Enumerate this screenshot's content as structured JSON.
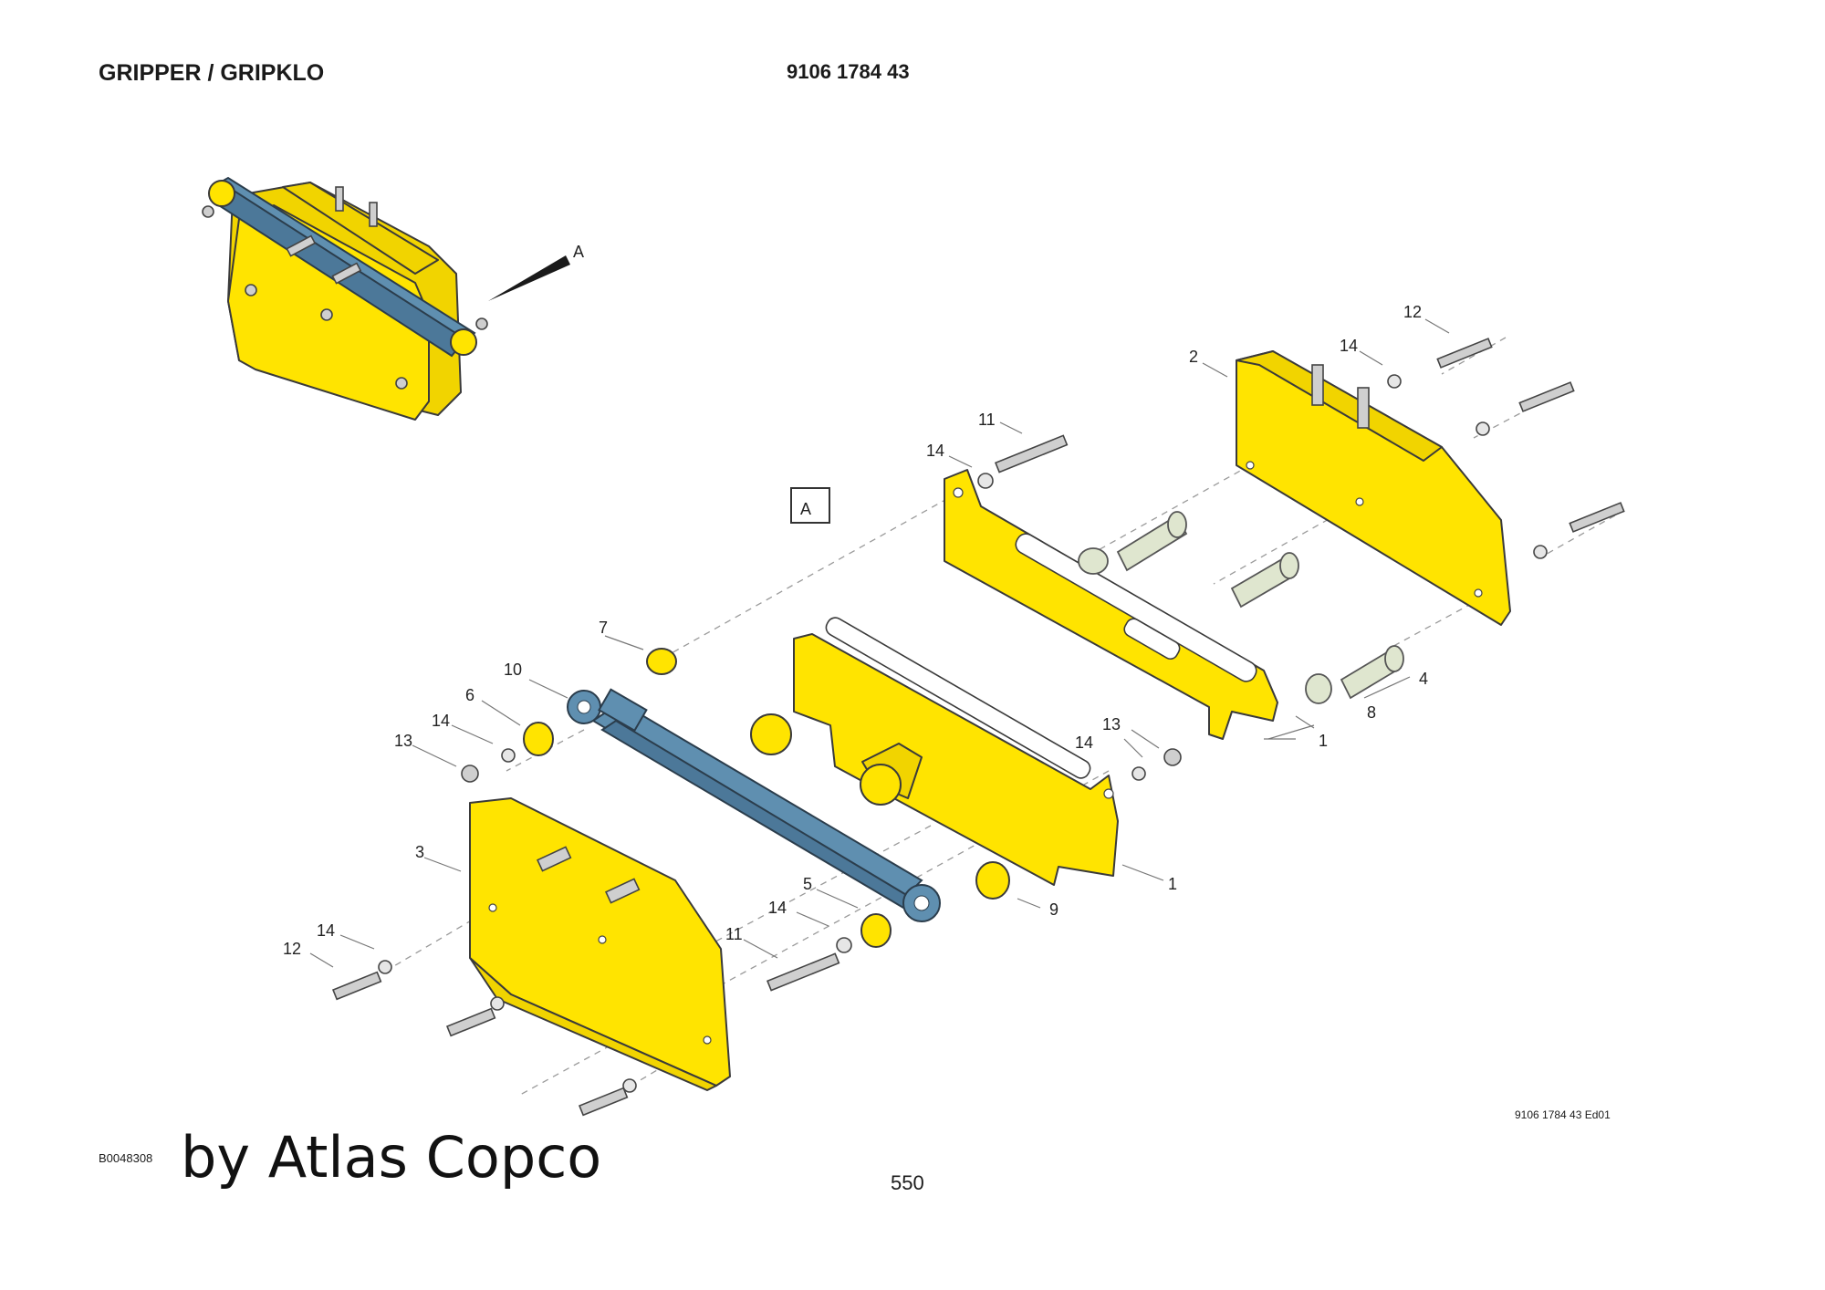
{
  "header": {
    "title": "GRIPPER / GRIPKLO",
    "document_number": "9106 1784 43"
  },
  "diagram": {
    "view_marker": "A",
    "view_marker_boxed": "A",
    "callouts": {
      "p1a": "1",
      "p1b": "1",
      "p2": "2",
      "p3": "3",
      "p4": "4",
      "p5": "5",
      "p6": "6",
      "p7": "7",
      "p8": "8",
      "p9": "9",
      "p10": "10",
      "p11a": "11",
      "p11b": "11",
      "p12a": "12",
      "p12b": "12",
      "p13a": "13",
      "p13b": "13",
      "p14a": "14",
      "p14b": "14",
      "p14c": "14",
      "p14d": "14",
      "p14e": "14"
    },
    "colors": {
      "plate": "#ffe400",
      "cylinder": "#5f8fb0",
      "pin": "#dfe6cf",
      "hardware": "#cfcfcf"
    }
  },
  "footer": {
    "edition": "9106 1784 43 Ed01",
    "image_code": "B0048308",
    "credit": "by Atlas Copco",
    "page_number": "550"
  }
}
